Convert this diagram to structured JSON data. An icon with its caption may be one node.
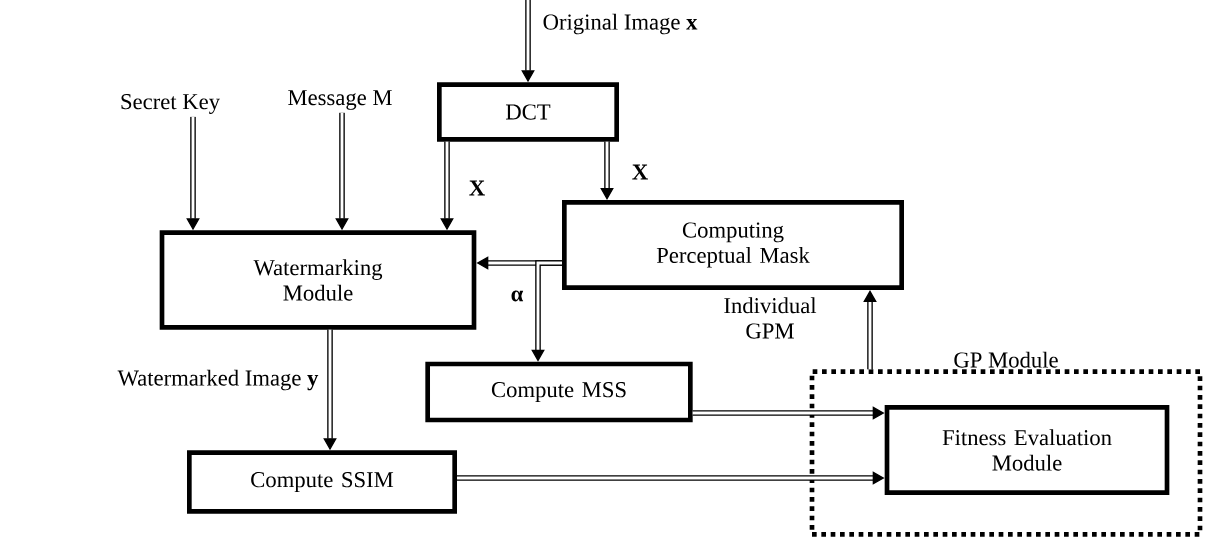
{
  "diagram": {
    "nodes": [
      {
        "text": [
          "DCT"
        ]
      },
      {
        "text": [
          "Watermarking Module"
        ]
      },
      {
        "text": [
          "Computing Perceptual Mask"
        ]
      },
      {
        "text": [
          "Compute MSS"
        ]
      },
      {
        "text": [
          "Compute SSIM"
        ]
      },
      {
        "text": [
          "GP Module"
        ]
      },
      {
        "text": [
          "Fitness Evaluation Module"
        ],
        "in": 5
      },
      {
        "text": [
          "Secret Key"
        ]
      },
      {
        "text": [
          "Message M"
        ]
      }
    ],
    "edges": [
      {
        "from": null,
        "to": 0,
        "arrow": "to",
        "label": "Original Image **x**"
      },
      {
        "from": 7,
        "to": 1,
        "arrow": "to"
      },
      {
        "from": 8,
        "to": 1,
        "arrow": "to"
      },
      {
        "from": 0,
        "to": 1,
        "arrow": "to",
        "label": "**X**"
      },
      {
        "from": 0,
        "to": 2,
        "arrow": "to",
        "label": "**X**"
      },
      {
        "from": 2,
        "to": 1,
        "arrow": "to"
      },
      {
        "from": 2,
        "to": 3,
        "arrow": "to",
        "label": "**α**"
      },
      {
        "from": 1,
        "to": 4,
        "arrow": "to",
        "label": "Watermarked Image **y**"
      },
      {
        "from": 3,
        "to": 6,
        "arrow": "to"
      },
      {
        "from": 4,
        "to": 6,
        "arrow": "to"
      },
      {
        "from": 5,
        "to": 2,
        "arrow": "to",
        "label": "Individual GPM"
      }
    ]
  }
}
